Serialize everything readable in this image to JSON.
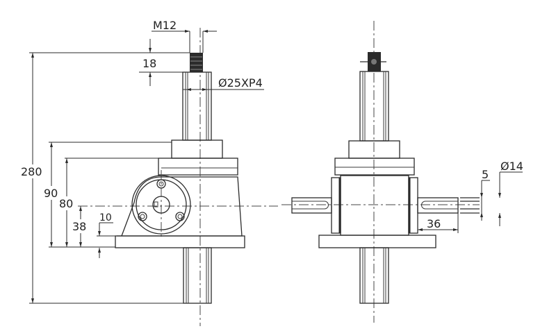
{
  "drawing": {
    "title": "Screw jack dimension drawing",
    "views": [
      "front-view",
      "side-view"
    ],
    "colors": {
      "line": "#2a2a2a",
      "background": "#ffffff"
    }
  },
  "dimensions": {
    "thread": "M12",
    "thread_length": "18",
    "screw_diameter": "Ø25XP4",
    "overall_height": "280",
    "housing_height": "90",
    "flange_height": "80",
    "shaft_center_height": "38",
    "base_thickness": "10",
    "key_width": "5",
    "shaft_diameter": "Ø14",
    "shaft_length": "36"
  }
}
